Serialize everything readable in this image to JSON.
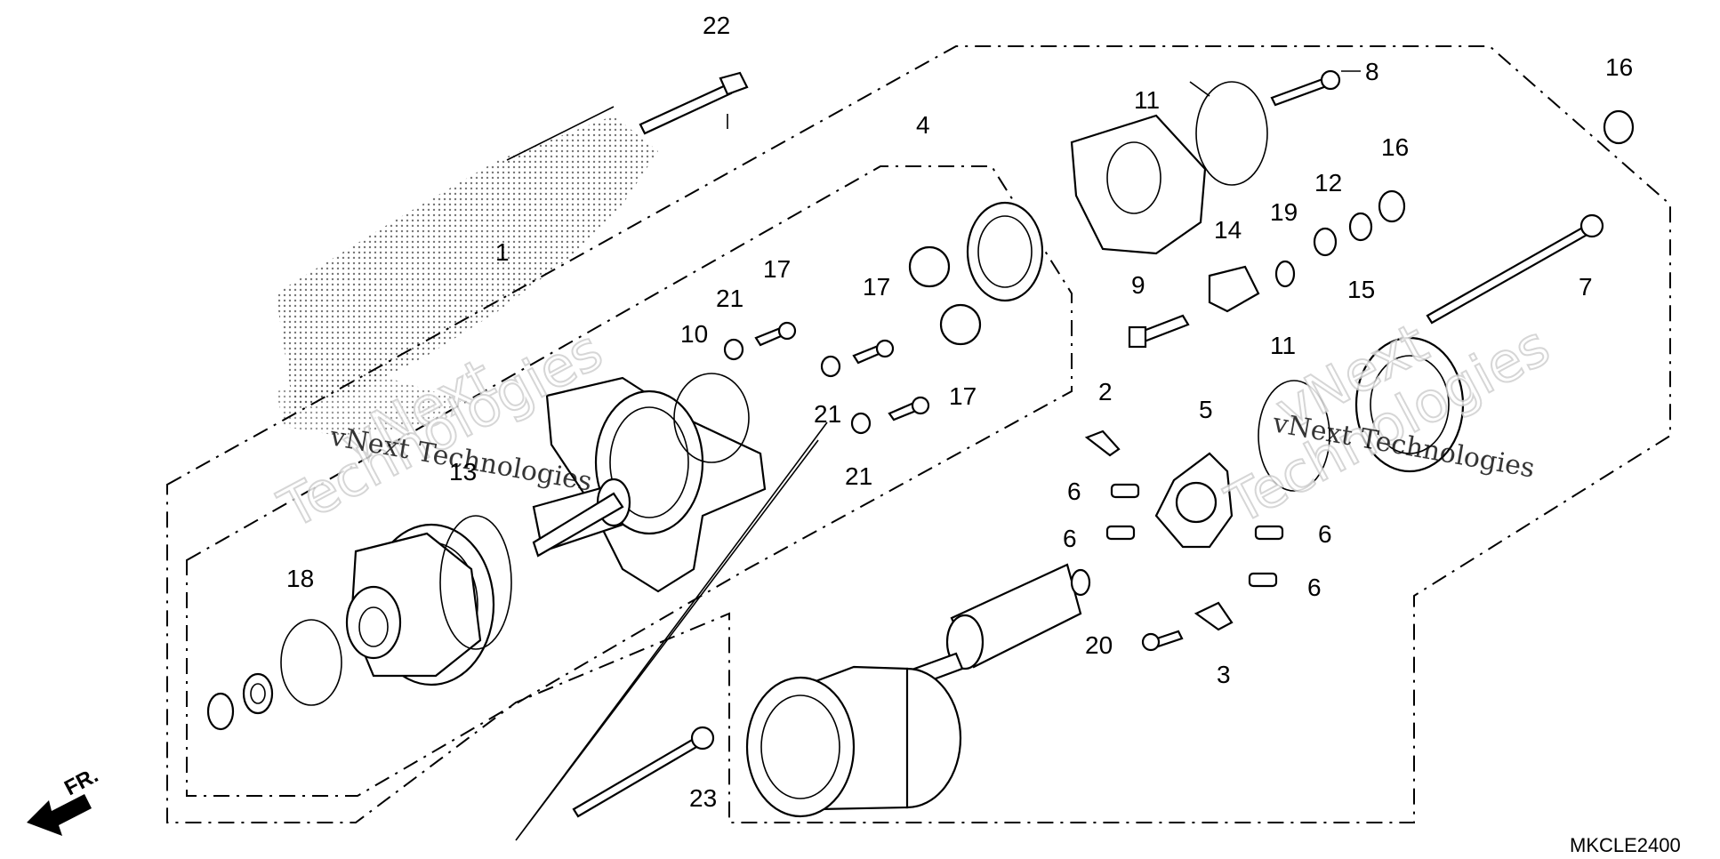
{
  "diagram": {
    "drawing_code": "MKCLE2400",
    "front_arrow_label": "FR.",
    "watermark": {
      "large_top": "vNext",
      "large_bottom": "Technologies",
      "small": "vNext Technologies"
    },
    "callouts": {
      "c1": "1",
      "c2": "2",
      "c3": "3",
      "c4": "4",
      "c5": "5",
      "c6a": "6",
      "c6b": "6",
      "c6c": "6",
      "c6d": "6",
      "c7": "7",
      "c8": "8",
      "c9": "9",
      "c10": "10",
      "c11a": "11",
      "c11b": "11",
      "c12": "12",
      "c13": "13",
      "c14": "14",
      "c15": "15",
      "c16a": "16",
      "c16b": "16",
      "c17a": "17",
      "c17b": "17",
      "c17c": "17",
      "c18": "18",
      "c19": "19",
      "c20": "20",
      "c21a": "21",
      "c21b": "21",
      "c21c": "21",
      "c22": "22",
      "c23": "23"
    }
  }
}
